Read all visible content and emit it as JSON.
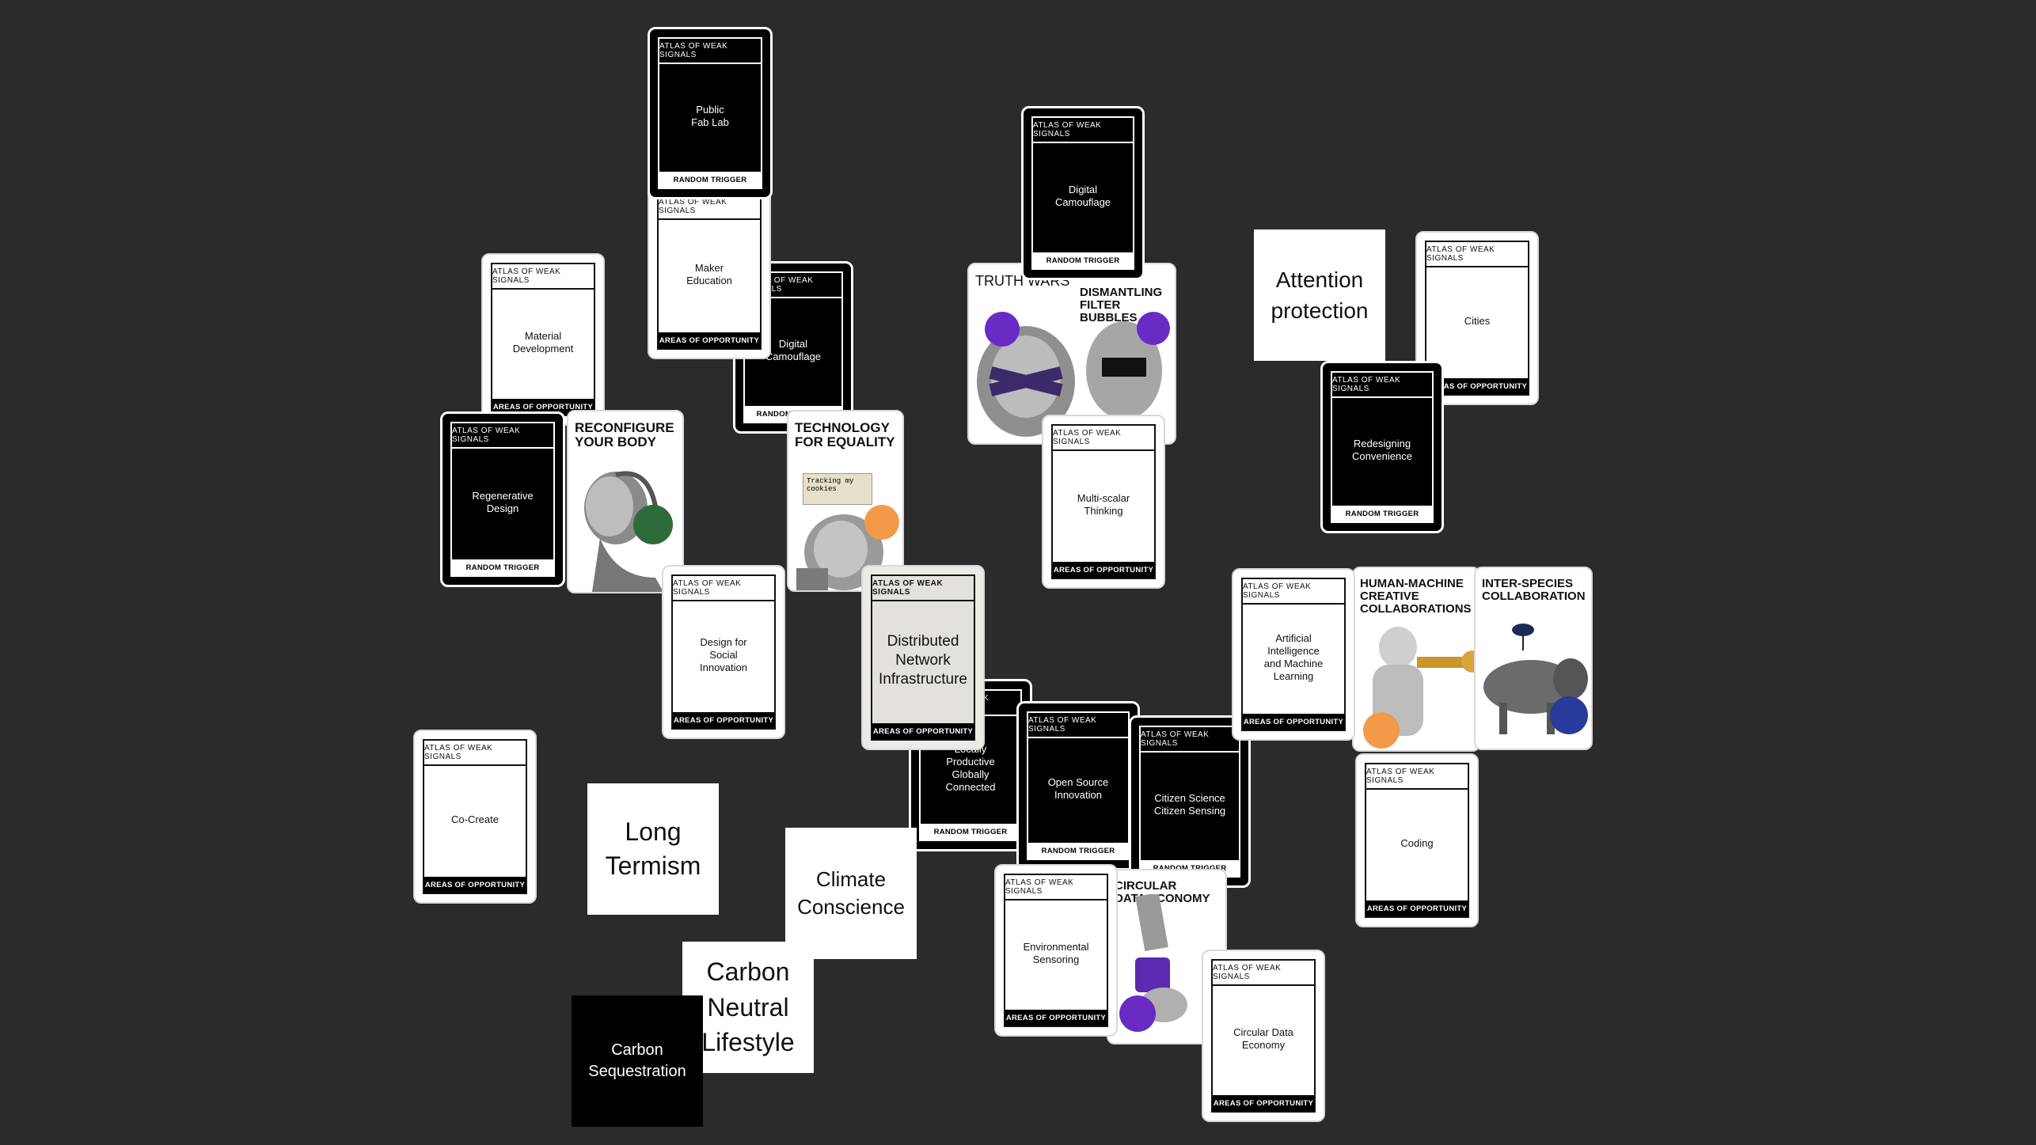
{
  "cards": {
    "public_fab_lab": {
      "header": "ATLAS OF WEAK SIGNALS",
      "title": "Public\nFab Lab",
      "footer": "RANDOM TRIGGER"
    },
    "maker_education": {
      "header": "ATLAS OF WEAK SIGNALS",
      "title": "Maker\nEducation",
      "footer": "AREAS OF OPPORTUNITY"
    },
    "digital_camouflage_a": {
      "header": "ATLAS OF WEAK SIGNALS",
      "title": "Digital\nCamouflage",
      "footer": "RANDOM TRIGGER"
    },
    "digital_camouflage_b": {
      "header": "ATLAS OF WEAK SIGNALS",
      "title": "Digital\nCamouflage",
      "footer": "RANDOM TRIGGER"
    },
    "material_development": {
      "header": "ATLAS OF WEAK SIGNALS",
      "title": "Material\nDevelopment",
      "footer": "AREAS OF OPPORTUNITY"
    },
    "regenerative_design": {
      "header": "ATLAS OF WEAK SIGNALS",
      "title": "Regenerative\nDesign",
      "footer": "RANDOM TRIGGER"
    },
    "design_social_innovation": {
      "header": "ATLAS OF WEAK SIGNALS",
      "title": "Design for\nSocial\nInnovation",
      "footer": "AREAS OF OPPORTUNITY"
    },
    "distributed_network": {
      "header": "ATLAS OF WEAK SIGNALS",
      "title": "Distributed\nNetwork\nInfrastructure",
      "footer": "AREAS OF OPPORTUNITY"
    },
    "multi_scalar": {
      "header": "ATLAS OF WEAK SIGNALS",
      "title": "Multi-scalar\nThinking",
      "footer": "AREAS OF OPPORTUNITY"
    },
    "cities": {
      "header": "ATLAS OF WEAK SIGNALS",
      "title": "Cities",
      "footer": "AREAS OF OPPORTUNITY"
    },
    "redesigning_convenience": {
      "header": "ATLAS OF WEAK SIGNALS",
      "title": "Redesigning\nConvenience",
      "footer": "RANDOM TRIGGER"
    },
    "ai_ml": {
      "header": "ATLAS OF WEAK SIGNALS",
      "title": "Artificial\nIntelligence\nand Machine\nLearning",
      "footer": "AREAS OF OPPORTUNITY"
    },
    "coding": {
      "header": "ATLAS OF WEAK SIGNALS",
      "title": "Coding",
      "footer": "AREAS OF OPPORTUNITY"
    },
    "co_create": {
      "header": "ATLAS OF WEAK SIGNALS",
      "title": "Co-Create",
      "footer": "AREAS OF OPPORTUNITY"
    },
    "locally_productive": {
      "header": "ATLAS OF WEAK SIGNALS",
      "title": "Locally\nProductive\nGlobally\nConnected",
      "footer": "RANDOM TRIGGER"
    },
    "open_source": {
      "header": "ATLAS OF WEAK SIGNALS",
      "title": "Open Source\nInnovation",
      "footer": "RANDOM TRIGGER"
    },
    "citizen_science": {
      "header": "ATLAS OF WEAK SIGNALS",
      "title": "Citizen Science\nCitizen Sensing",
      "footer": "RANDOM TRIGGER"
    },
    "environmental_sensoring": {
      "header": "ATLAS OF WEAK SIGNALS",
      "title": "Environmental\nSensoring",
      "footer": "AREAS OF OPPORTUNITY"
    },
    "circular_data_economy": {
      "header": "ATLAS OF WEAK SIGNALS",
      "title": "Circular Data\nEconomy",
      "footer": "AREAS OF OPPORTUNITY"
    }
  },
  "images": {
    "reconfigure_body": "RECONFIGURE\nYOUR BODY",
    "technology_equality": "TECHNOLOGY\nFOR EQUALITY",
    "tracking_popup": "Tracking my\ncookies",
    "truth_wars": "TRUTH WARS",
    "filter_bubbles": "DISMANTLING\nFILTER BUBBLES",
    "human_machine": "HUMAN-MACHINE\nCREATIVE\nCOLLABORATIONS",
    "inter_species": "INTER-SPECIES\nCOLLABORATION",
    "circular_data": "CIRCULAR\nDATA ECONOMY"
  },
  "notes": {
    "attention_protection": "Attention\nprotection",
    "long_termism": "Long\nTermism",
    "climate_conscience": "Climate\nConscience",
    "carbon_neutral": "Carbon\nNeutral\nLifestyle",
    "carbon_sequestration": "Carbon\nSequestration"
  },
  "colors": {
    "canvas": "#2b2b2b",
    "badge_green": "#2f6b3a",
    "badge_orange": "#f2994a",
    "badge_purple": "#6a2bc4"
  }
}
